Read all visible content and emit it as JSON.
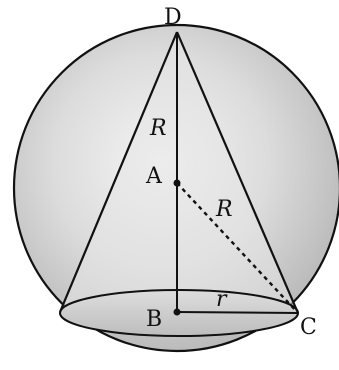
{
  "labels": {
    "apex": "D",
    "center": "A",
    "base_center": "B",
    "rim_point": "C",
    "radius_upper": "R",
    "radius_slant": "R",
    "base_radius": "r"
  },
  "colors": {
    "sphere_fill": "#d4d4d4",
    "sphere_highlight": "#f2f2f2",
    "stroke": "#111111",
    "base_fill": "#c8c8c8"
  }
}
